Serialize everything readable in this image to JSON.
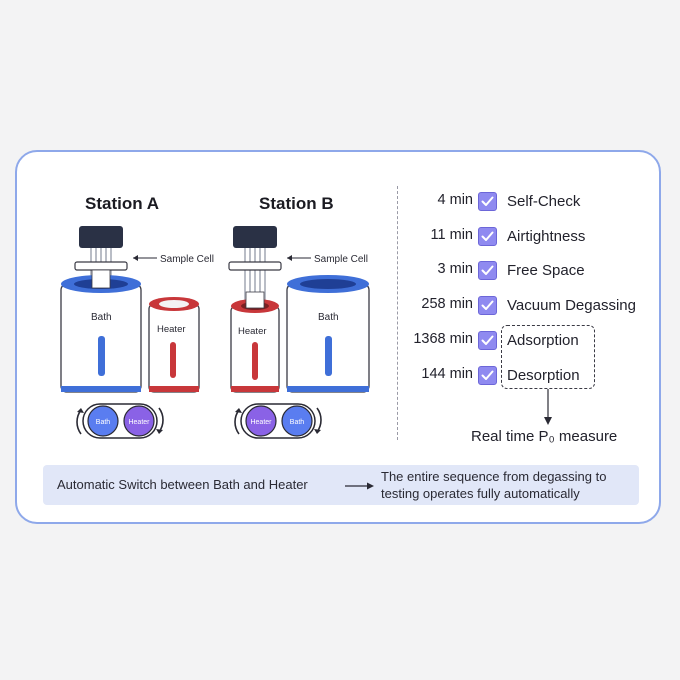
{
  "stations": {
    "a_title": "Station A",
    "b_title": "Station B",
    "sample_cell_label": "Sample Cell",
    "bath_label": "Bath",
    "heater_label": "Heater"
  },
  "steps": [
    {
      "time": "4 min",
      "label": "Self-Check"
    },
    {
      "time": "11 min",
      "label": "Airtightness"
    },
    {
      "time": "3 min",
      "label": "Free Space"
    },
    {
      "time": "258 min",
      "label": "Vacuum Degassing"
    },
    {
      "time": "1368 min",
      "label": "Adsorption"
    },
    {
      "time": "144 min",
      "label": "Desorption"
    }
  ],
  "realtime_label": "Real time P₀ measure",
  "bottom": {
    "left_text": "Automatic Switch between Bath and Heater",
    "right_text": "The entire sequence from degassing to testing operates fully automatically"
  },
  "colors": {
    "border": "#8ea8ea",
    "bath_blue": "#3f6fd8",
    "heater_red": "#c8373a",
    "check_purple": "#8f8af0",
    "bath_circle": "#5a7df0",
    "heater_circle": "#8a62e6"
  }
}
